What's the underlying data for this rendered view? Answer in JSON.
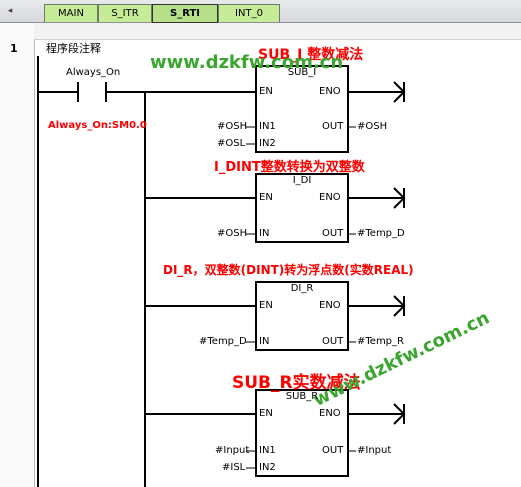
{
  "tabs": [
    {
      "label": "MAIN"
    },
    {
      "label": "S_ITR"
    },
    {
      "label": "S_RTI"
    },
    {
      "label": "INT_0"
    }
  ],
  "network": {
    "number": "1",
    "comment": "程序段注释"
  },
  "contact": {
    "name": "Always_On",
    "address": "Always_On:SM0.0"
  },
  "annotations": {
    "sub_i": "SUB_I 整数减法",
    "i_di": "I_DINT整数转换为双整数",
    "di_r": "DI_R，双整数(DINT)转为浮点数(实数REAL)",
    "sub_r": "SUB_R实数减法"
  },
  "watermark": "www.dzkfw.com.cn",
  "blocks": {
    "sub_i": {
      "title": "SUB_I",
      "en": "EN",
      "eno": "ENO",
      "in1": "IN1",
      "in2": "IN2",
      "out": "OUT",
      "in1_var": "#OSH",
      "in2_var": "#OSL",
      "out_var": "#OSH"
    },
    "i_di": {
      "title": "I_DI",
      "en": "EN",
      "eno": "ENO",
      "in": "IN",
      "out": "OUT",
      "in_var": "#OSH",
      "out_var": "#Temp_D"
    },
    "di_r": {
      "title": "DI_R",
      "en": "EN",
      "eno": "ENO",
      "in": "IN",
      "out": "OUT",
      "in_var": "#Temp_D",
      "out_var": "#Temp_R"
    },
    "sub_r": {
      "title": "SUB_R",
      "en": "EN",
      "eno": "ENO",
      "in1": "IN1",
      "in2": "IN2",
      "out": "OUT",
      "in1_var": "#Input",
      "in2_var": "#ISL",
      "out_var": "#Input"
    }
  },
  "colors": {
    "annotation": "#ff0000",
    "watermark": "#3aa62f",
    "tab_green": "#c6ec98"
  }
}
